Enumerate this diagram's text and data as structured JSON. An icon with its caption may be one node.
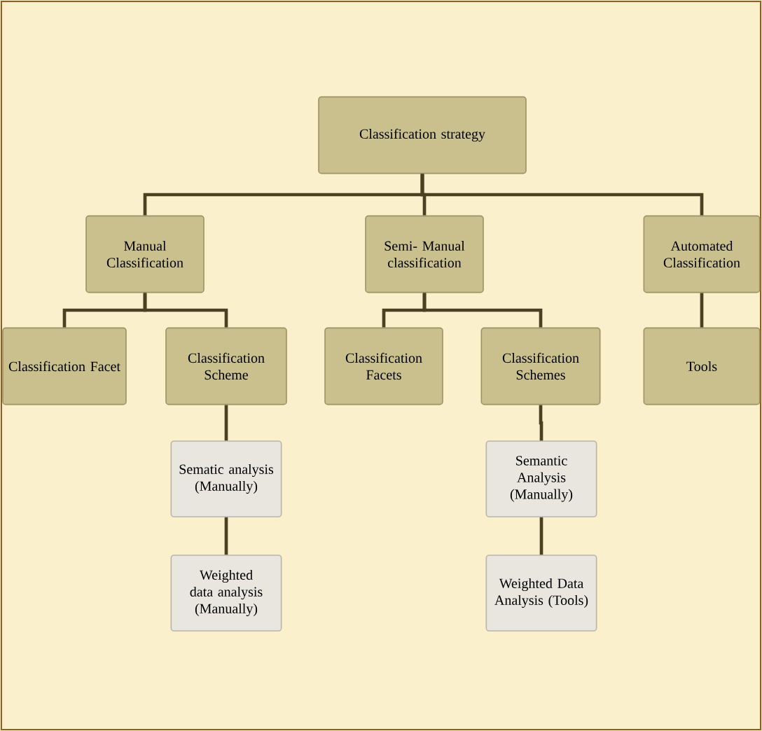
{
  "diagram": {
    "nodes": [
      {
        "text": [
          "Classification strategy"
        ]
      },
      {
        "text": [
          "Manual Classification"
        ]
      },
      {
        "text": [
          "Semi- Manual classification"
        ]
      },
      {
        "text": [
          "Automated Classification"
        ]
      },
      {
        "text": [
          "Classification Facet"
        ]
      },
      {
        "text": [
          "Classification Scheme"
        ]
      },
      {
        "text": [
          "Classification Facets"
        ]
      },
      {
        "text": [
          "Classification Schemes"
        ]
      },
      {
        "text": [
          "Tools"
        ]
      },
      {
        "text": [
          "Sematic analysis (Manually)"
        ]
      },
      {
        "text": [
          "Weighted data analysis (Manually)"
        ]
      },
      {
        "text": [
          "Semantic Analysis (Manually)"
        ]
      },
      {
        "text": [
          "Weighted Data Analysis (Tools)"
        ]
      }
    ],
    "edges": [
      {
        "from": 0,
        "to": 1,
        "arrow": "none"
      },
      {
        "from": 0,
        "to": 2,
        "arrow": "none"
      },
      {
        "from": 0,
        "to": 3,
        "arrow": "none"
      },
      {
        "from": 1,
        "to": 4,
        "arrow": "none"
      },
      {
        "from": 1,
        "to": 5,
        "arrow": "none"
      },
      {
        "from": 2,
        "to": 6,
        "arrow": "none"
      },
      {
        "from": 2,
        "to": 7,
        "arrow": "none"
      },
      {
        "from": 3,
        "to": 8,
        "arrow": "none"
      },
      {
        "from": 5,
        "to": 9,
        "arrow": "none"
      },
      {
        "from": 9,
        "to": 10,
        "arrow": "none"
      },
      {
        "from": 7,
        "to": 11,
        "arrow": "none"
      },
      {
        "from": 11,
        "to": 12,
        "arrow": "none"
      }
    ]
  }
}
